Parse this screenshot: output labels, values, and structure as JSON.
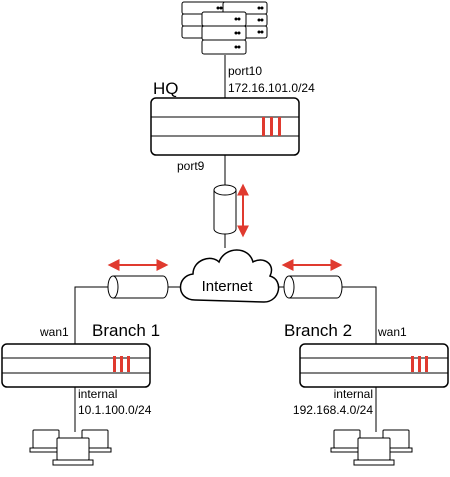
{
  "hq": {
    "title": "HQ",
    "port_top": "port10",
    "subnet_top": "172.16.101.0/24",
    "port_bottom": "port9"
  },
  "internet": {
    "label": "Internet"
  },
  "branch1": {
    "title": "Branch 1",
    "wan_port": "wan1",
    "lan_port": "internal",
    "subnet": "10.1.100.0/24"
  },
  "branch2": {
    "title": "Branch 2",
    "wan_port": "wan1",
    "lan_port": "internal",
    "subnet": "192.168.4.0/24"
  },
  "colors": {
    "accent_red": "#e03a2f",
    "stroke": "#000000",
    "fill": "#ffffff"
  },
  "icons": [
    "server-stack-icon",
    "firewall-icon",
    "vpn-tunnel-icon",
    "cloud-icon",
    "workstations-icon"
  ]
}
